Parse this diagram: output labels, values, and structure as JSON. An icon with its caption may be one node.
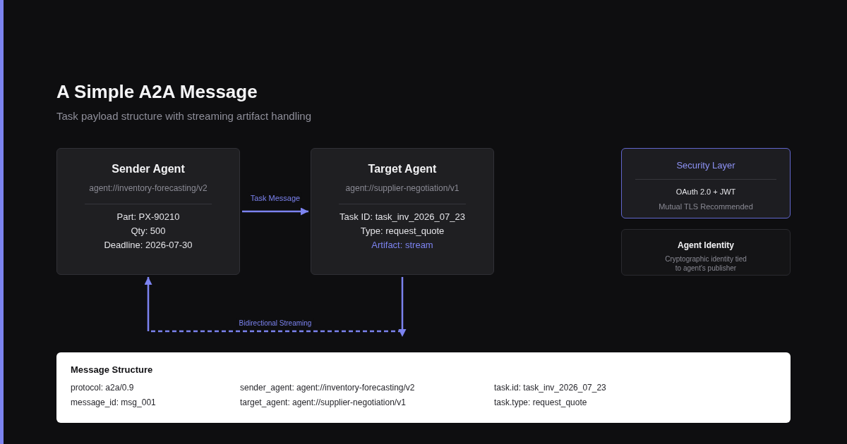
{
  "diagram": {
    "title": "A Simple A2A Message",
    "nodes": [
      {
        "text": [
          "Sender Agent",
          "agent://inventory-forecasting/v2",
          "Part: PX-90210",
          "Qty: 500",
          "Deadline: 2026-07-30"
        ]
      },
      {
        "text": [
          "Target Agent",
          "agent://supplier-negotiation/v1",
          "Task ID: task_inv_2026_07_23",
          "Type: request_quote",
          "Artifact: stream"
        ]
      },
      {
        "text": [
          "Security Layer",
          "OAuth 2.0 + JWT",
          "Mutual TLS Recommended"
        ]
      },
      {
        "text": [
          "Agent Identity",
          "Cryptographic identity tied to agent's publisher"
        ]
      },
      {
        "text": [
          "Message Structure",
          "protocol: a2a/0.9",
          "sender_agent: agent://inventory-forecasting/v2",
          "task.id: task_inv_2026_07_23",
          "message_id: msg_001",
          "target_agent: agent://supplier-negotiation/v1",
          "task.type: request_quote"
        ]
      }
    ],
    "edges": [
      {
        "from": 0,
        "to": 1,
        "arrow": "to",
        "label": "Task Message"
      },
      {
        "from": 1,
        "to": 0,
        "arrow": "to",
        "label": "Bidirectional Streaming",
        "style": "dashed"
      }
    ],
    "labels": [
      "Task payload structure with streaming artifact handling"
    ]
  }
}
